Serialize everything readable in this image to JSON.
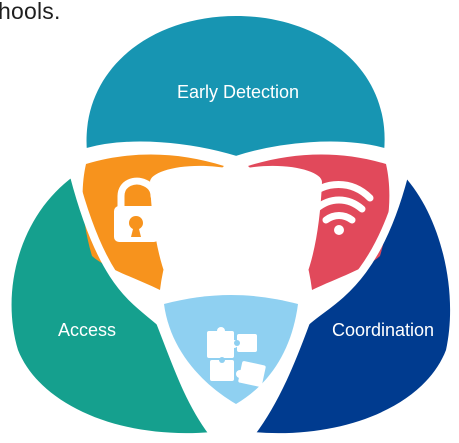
{
  "header_fragment": "hools.",
  "venn": {
    "early_detection": {
      "label": "Early Detection",
      "color": "#1795b2"
    },
    "access": {
      "label": "Access",
      "color": "#15a08e"
    },
    "coordination": {
      "label": "Coordination",
      "color": "#003b8f"
    },
    "intersections": {
      "early_detection_access": {
        "icon": "padlock-icon",
        "color": "#f7931d"
      },
      "early_detection_coordination": {
        "icon": "wifi-icon",
        "color": "#e1495b"
      },
      "access_coordination": {
        "icon": "puzzle-icon",
        "color": "#8fd0f1"
      },
      "center": {
        "color": "#ffffff"
      }
    }
  }
}
